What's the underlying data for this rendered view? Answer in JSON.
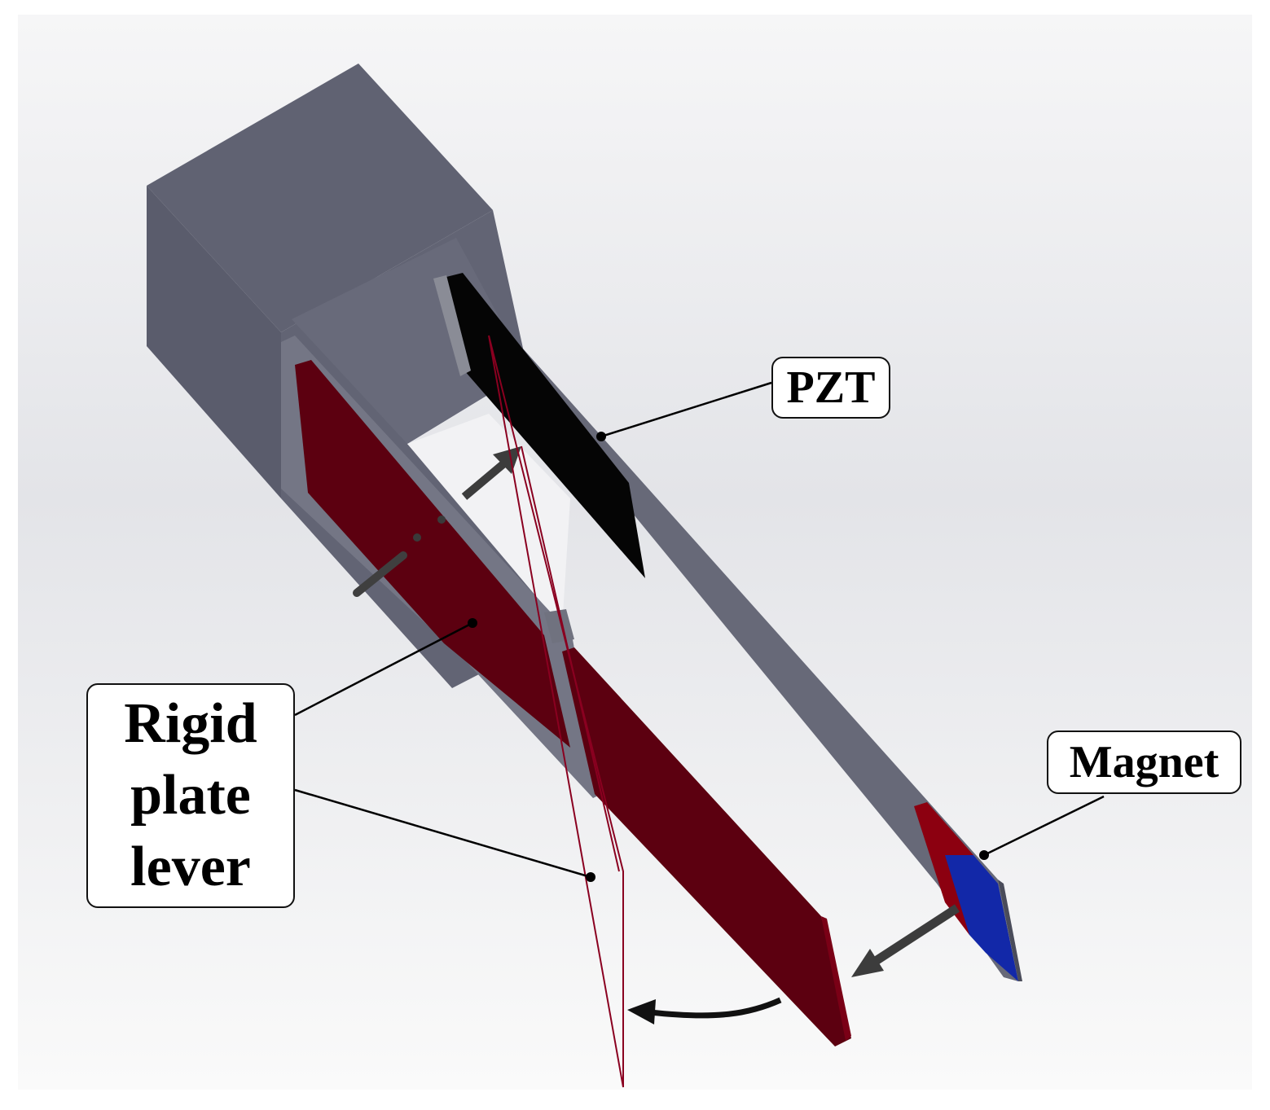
{
  "labels": {
    "pzt": "PZT",
    "magnet": "Magnet",
    "rigid_plate_lever": [
      "Rigid",
      "plate",
      "lever"
    ]
  },
  "colors": {
    "housing": "#5e6070",
    "housing_dark": "#4f5160",
    "lever_red": "#5c0010",
    "pzt_black": "#050505",
    "beam_grey": "#6b6d7c",
    "magnet_red": "#8c0010",
    "magnet_blue": "#1228a8",
    "arrow": "#3c3c3c",
    "background": "#ffffff"
  }
}
